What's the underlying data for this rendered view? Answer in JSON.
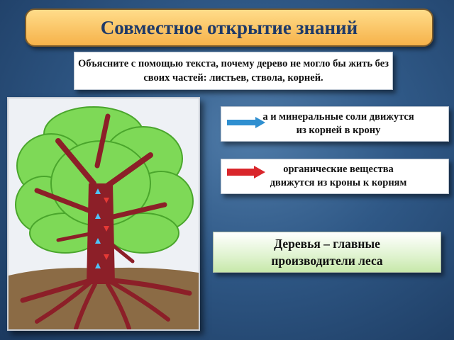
{
  "title": "Совместное открытие знаний",
  "prompt": "Объясните с помощью текста, почему дерево не могло бы жить без своих частей: листьев, ствола, корней.",
  "legend": {
    "water": {
      "text_line1": "а и минеральные соли движутся",
      "text_line2": "из корней в крону",
      "arrow_color": "#2f8fd0",
      "arrow_icon": "blue-arrow-icon"
    },
    "organic": {
      "text_line1": "органические вещества",
      "text_line2": "движутся из кроны к корням",
      "arrow_color": "#d9262b",
      "arrow_icon": "red-arrow-icon"
    }
  },
  "conclusion": {
    "line1": "Деревья – главные",
    "line2": "производители леса"
  },
  "colors": {
    "title_bg": "#f6b24a",
    "title_text": "#1f3a68",
    "foliage": "#7ed957",
    "trunk": "#8c1f28",
    "soil": "#8b6b45"
  }
}
